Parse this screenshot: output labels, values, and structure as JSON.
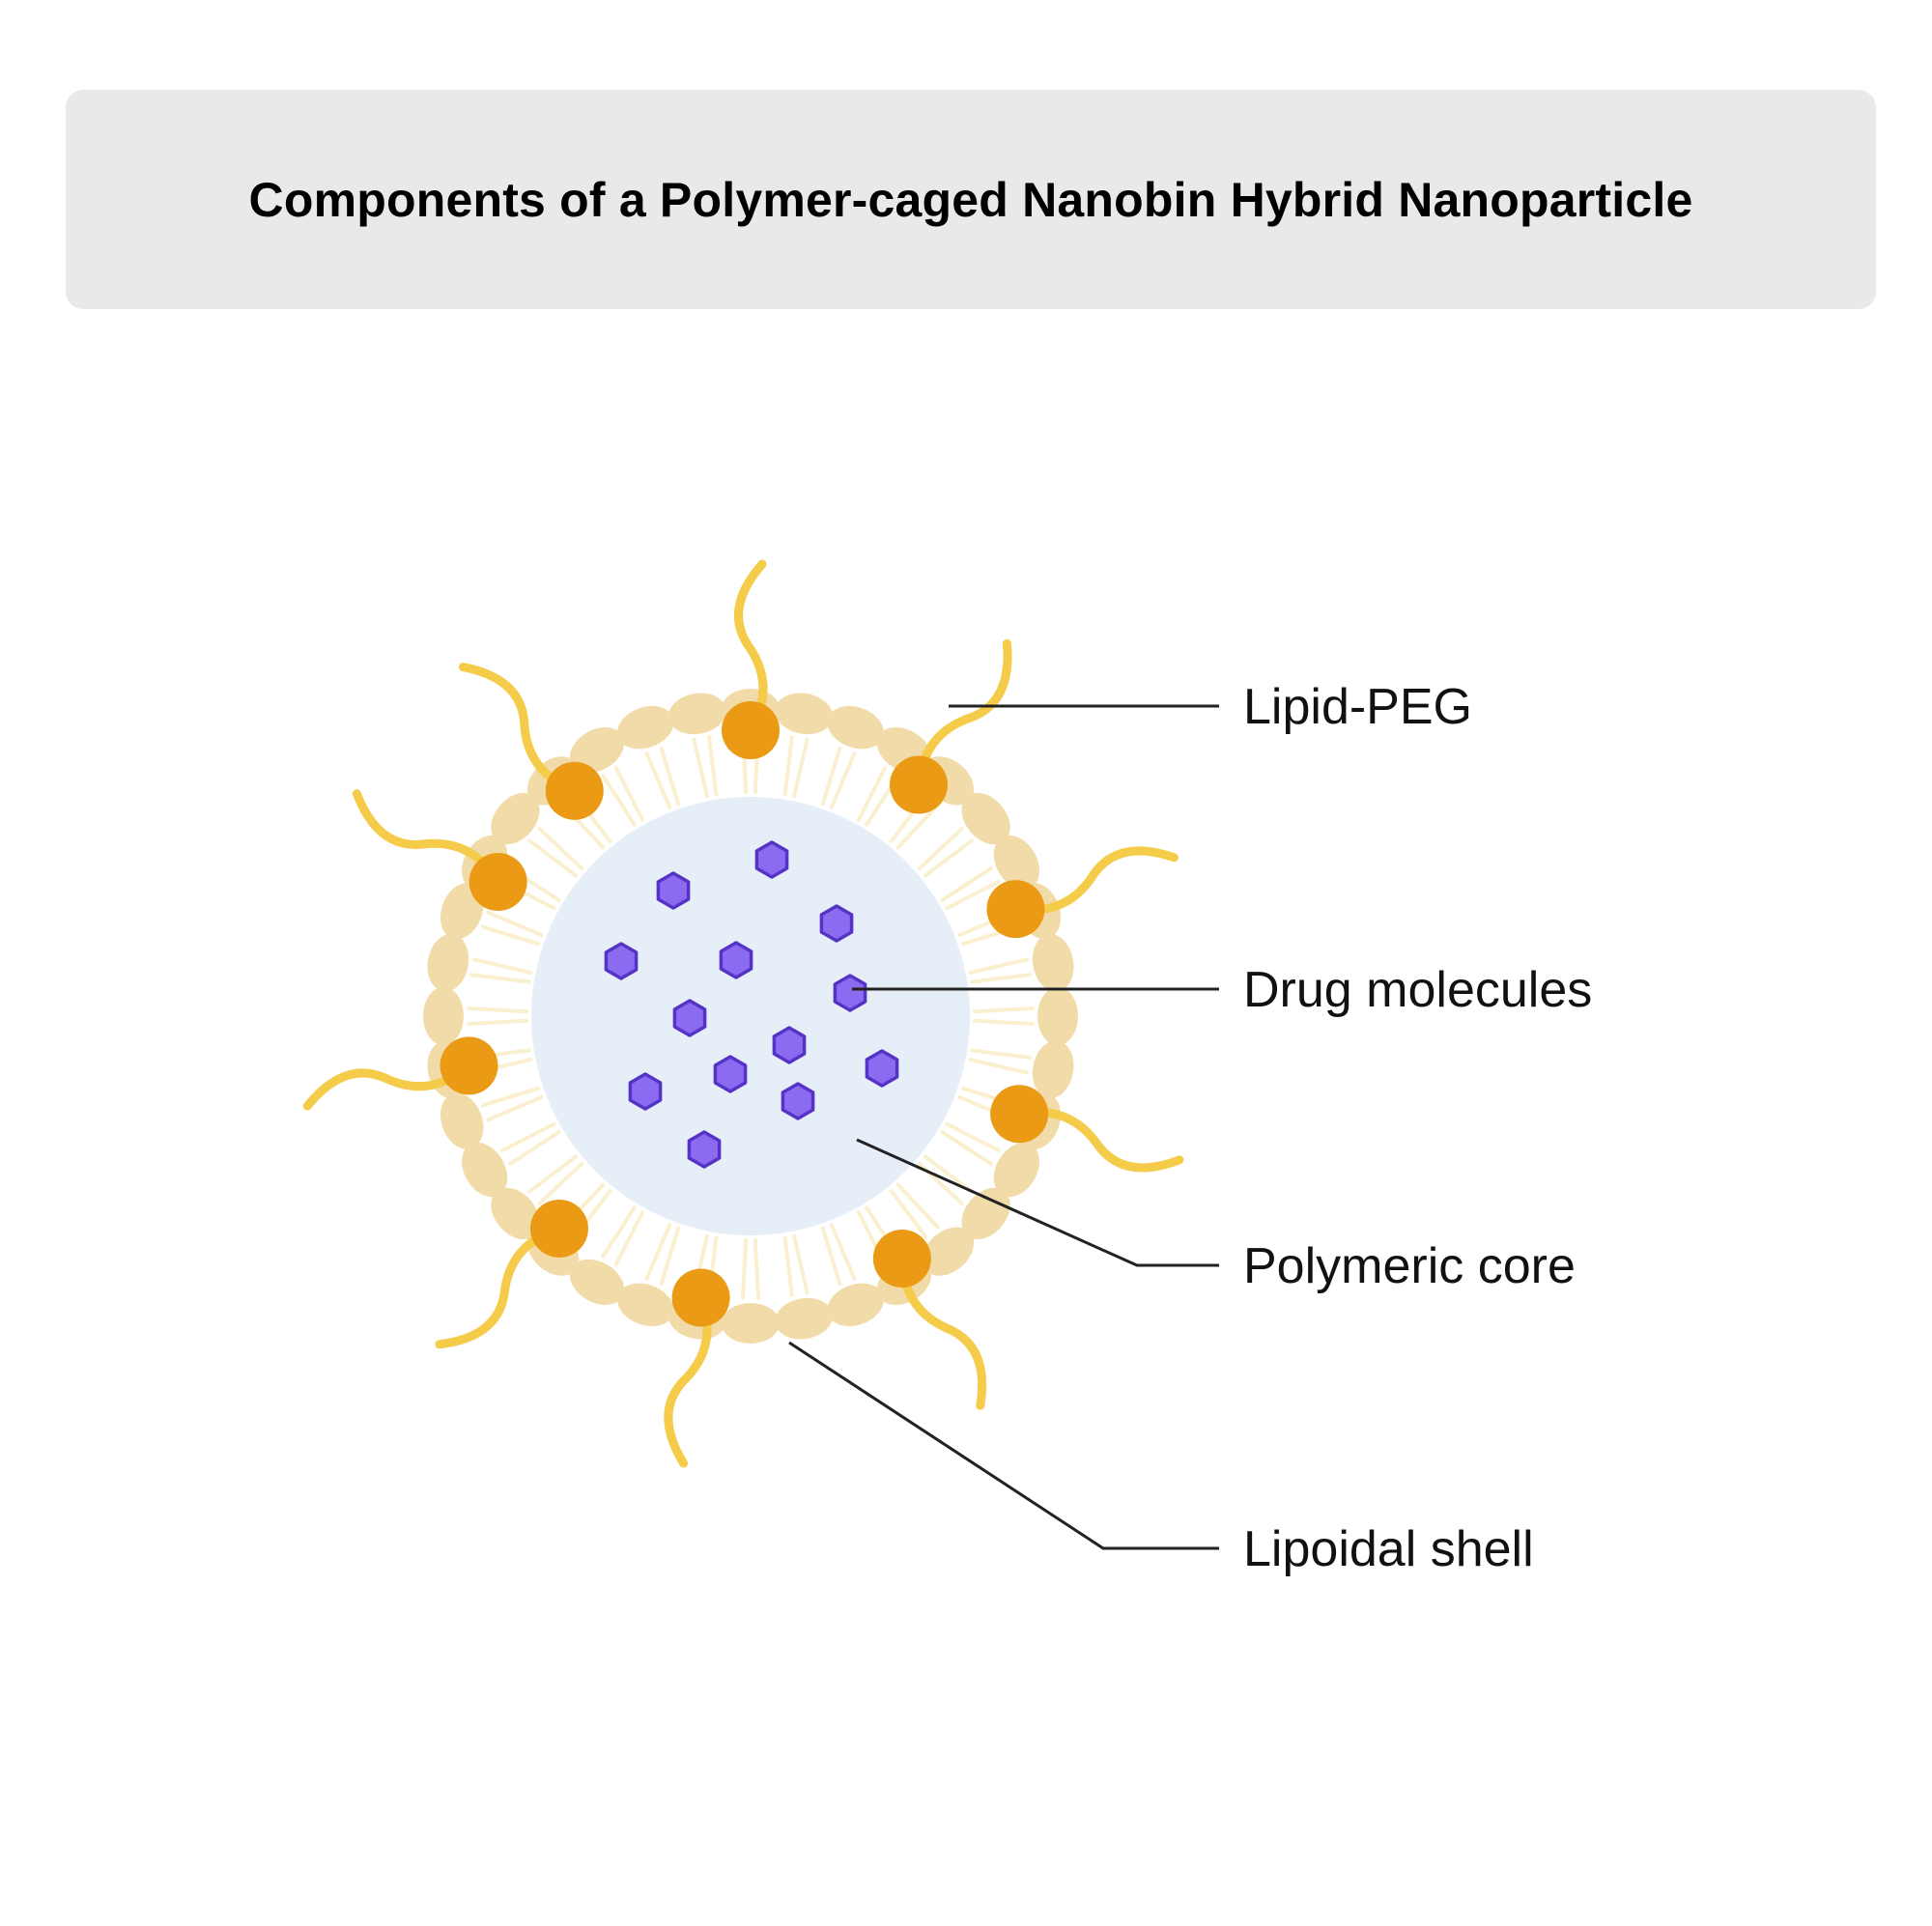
{
  "title": "Components of a Polymer-caged Nanobin Hybrid Nanoparticle",
  "labels": {
    "lipid_peg": "Lipid-PEG",
    "drug_molecules": "Drug molecules",
    "polymeric_core": "Polymeric core",
    "lipoidal_shell": "Lipoidal shell"
  },
  "colors": {
    "title_background": "#e9e9e9",
    "core": "#e6eef8",
    "lipid_head": "#f1dba8",
    "lipid_tail": "#faefcf",
    "peg_head": "#ea9a14",
    "peg_chain": "#f5cb4a",
    "drug_fill": "#8b6cf0",
    "drug_stroke": "#5533c7",
    "leader_line": "#222222"
  }
}
